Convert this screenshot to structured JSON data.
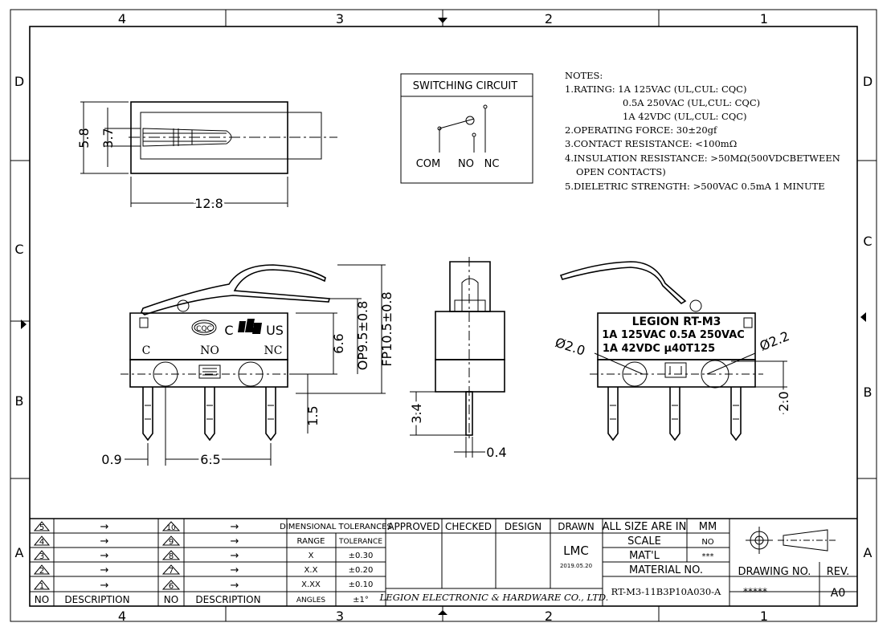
{
  "zones": {
    "top": [
      "4",
      "3",
      "2",
      "1"
    ],
    "bottom": [
      "4",
      "3",
      "2",
      "1"
    ],
    "left": [
      "D",
      "C",
      "B",
      "A"
    ],
    "right": [
      "D",
      "C",
      "B",
      "A"
    ]
  },
  "top_view": {
    "dim_height": "5.8",
    "dim_inner": "3.7",
    "dim_length": "12.8"
  },
  "switching_circuit": {
    "title": "SWITCHING CIRCUIT",
    "com": "COM",
    "no": "NO",
    "nc": "NC"
  },
  "notes": {
    "title": "NOTES:",
    "lines": [
      "1.RATING: 1A 125VAC (UL,CUL: CQC)",
      "0.5A 250VAC (UL,CUL: CQC)",
      "1A 42VDC (UL,CUL: CQC)",
      "2.OPERATING FORCE: 30±20gf",
      "3.CONTACT RESISTANCE: <100mΩ",
      "4.INSULATION RESISTANCE: >50MΩ(500VDCBETWEEN",
      "OPEN CONTACTS)",
      "5.DIELETRIC STRENGTH: >500VAC 0.5mA 1 MINUTE"
    ]
  },
  "front_view": {
    "cqc": "CQC",
    "c": "C",
    "us": "US",
    "term_c": "C",
    "term_no": "NO",
    "term_nc": "NC",
    "dim_66": "6.6",
    "dim_op": "OP9.5±0.8",
    "dim_fp": "FP10.5±0.8",
    "dim_15": "1.5",
    "dim_09": "0.9",
    "dim_65": "6.5"
  },
  "side_view": {
    "dim_34": "3.4",
    "dim_04": "0.4"
  },
  "back_view": {
    "brand": "LEGION RT-M3",
    "line1": "1A 125VAC 0.5A 250VAC",
    "line2": "1A 42VDC μ40T125",
    "hole1": "Ø2.0",
    "hole2": "Ø2.2",
    "dim_20": "2.0"
  },
  "title_block": {
    "revisions_left": [
      "5",
      "4",
      "3",
      "2",
      "1"
    ],
    "revisions_right": [
      "10",
      "9",
      "8",
      "7",
      "6"
    ],
    "no_label": "NO",
    "desc_label": "DESCRIPTION",
    "arrow": "→",
    "tol_header": "DIMENSIONAL TOLERANCES",
    "range": "RANGE",
    "tolerance": "TOLERANCE",
    "tol_rows": [
      [
        "X",
        "±0.30"
      ],
      [
        "X.X",
        "±0.20"
      ],
      [
        "X.XX",
        "±0.10"
      ],
      [
        "ANGLES",
        "±1°"
      ]
    ],
    "approved": "APPROVED",
    "checked": "CHECKED",
    "design": "DESIGN",
    "drawn": "DRAWN",
    "drawn_by": "LMC",
    "drawn_date": "2019.05.20",
    "company": "LEGION ELECTRONIC & HARDWARE CO., LTD.",
    "all_size": "ALL SIZE ARE IN",
    "units": "MM",
    "scale": "SCALE",
    "scale_val": "NO",
    "matl": "MAT'L",
    "matl_val": "***",
    "material_no": "MATERIAL NO.",
    "material_no_val": "RT-M3-11B3P10A030-A",
    "drawing_no": "DRAWING NO.",
    "drawing_no_val": "*****",
    "rev": "REV.",
    "rev_val": "A0"
  }
}
